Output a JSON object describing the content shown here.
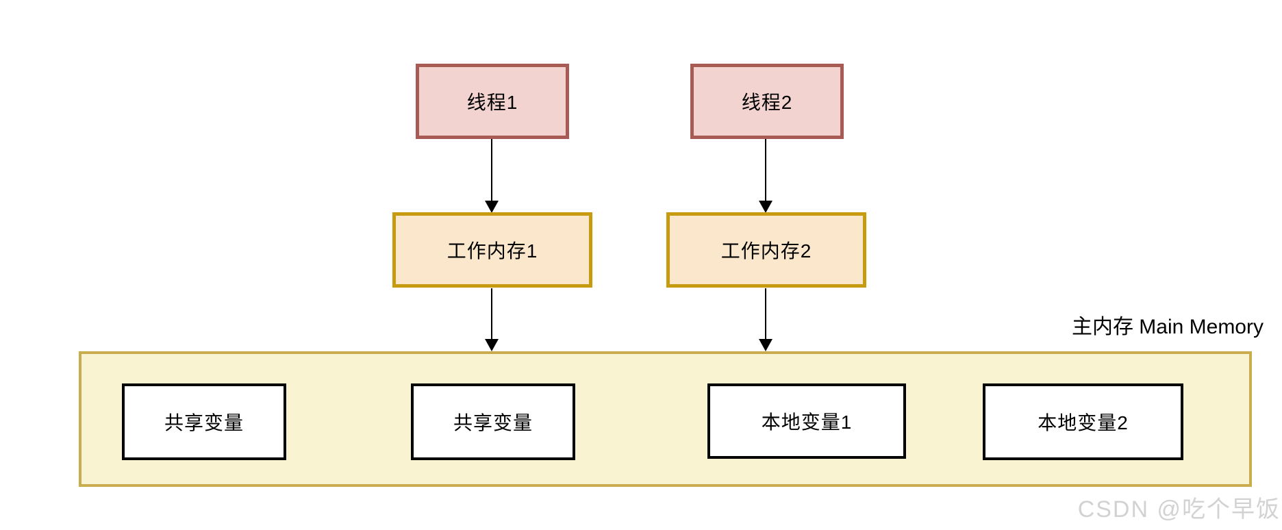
{
  "diagram": {
    "threads": [
      {
        "label": "线程1"
      },
      {
        "label": "线程2"
      }
    ],
    "working_memories": [
      {
        "label": "工作内存1"
      },
      {
        "label": "工作内存2"
      }
    ],
    "main_memory": {
      "label": "主内存 Main Memory",
      "variables": [
        {
          "label": "共享变量"
        },
        {
          "label": "共享变量"
        },
        {
          "label": "本地变量1"
        },
        {
          "label": "本地变量2"
        }
      ]
    },
    "arrows": [
      {
        "from": "线程1",
        "to": "工作内存1"
      },
      {
        "from": "线程2",
        "to": "工作内存2"
      },
      {
        "from": "工作内存1",
        "to": "主内存"
      },
      {
        "from": "工作内存2",
        "to": "主内存"
      }
    ],
    "watermark": "CSDN @吃个早饭",
    "colors": {
      "thread_fill": "#F2D3D0",
      "thread_border": "#A85A54",
      "working_fill": "#FBE7CC",
      "working_border": "#C89A10",
      "main_fill": "#FAF3D2",
      "main_border": "#C9AC4D",
      "variable_fill": "#FFFFFF",
      "variable_border": "#000000",
      "arrow": "#000000",
      "watermark": "#D2D2D2"
    }
  }
}
